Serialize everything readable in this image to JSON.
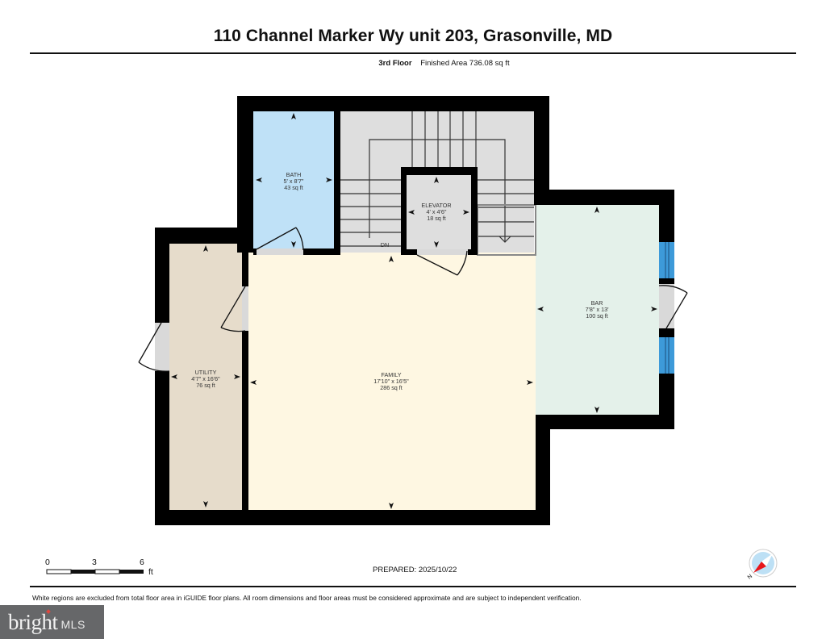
{
  "header": {
    "title": "110 Channel Marker Wy unit 203, Grasonville, MD",
    "floor_label": "3rd Floor",
    "finished_area": "Finished Area 736.08 sq ft"
  },
  "rooms": [
    {
      "id": "bath",
      "name": "BATH",
      "dims": "5' x 8'7\"",
      "area": "43 sq ft",
      "color": "#bfe1f7"
    },
    {
      "id": "elevator",
      "name": "ELEVATOR",
      "dims": "4' x 4'6\"",
      "area": "18 sq ft",
      "color": "#dedede"
    },
    {
      "id": "bar",
      "name": "BAR",
      "dims": "7'8\" x 13'",
      "area": "100 sq ft",
      "color": "#e4f1ea"
    },
    {
      "id": "utility",
      "name": "UTILITY",
      "dims": "4'7\" x 16'6\"",
      "area": "76 sq ft",
      "color": "#e6dccb"
    },
    {
      "id": "family",
      "name": "FAMILY",
      "dims": "17'10\" x 16'5\"",
      "area": "286 sq ft",
      "color": "#fef7e2"
    }
  ],
  "stairs": {
    "label": "DN",
    "color": "#dedede"
  },
  "colors": {
    "wall": "#000000",
    "window": "#3d9ad9",
    "door_opening": "#d9d9d9"
  },
  "scale_bar": {
    "ticks": [
      "0",
      "3",
      "6"
    ],
    "unit": "ft"
  },
  "prepared": "PREPARED: 2025/10/22",
  "compass": {
    "north_label": "N"
  },
  "disclaimer": "White regions are excluded from total floor area in iGUIDE floor plans. All room dimensions and floor areas must be considered approximate and are subject to independent verification.",
  "logo": {
    "brand": "bright",
    "suffix": "MLS"
  }
}
